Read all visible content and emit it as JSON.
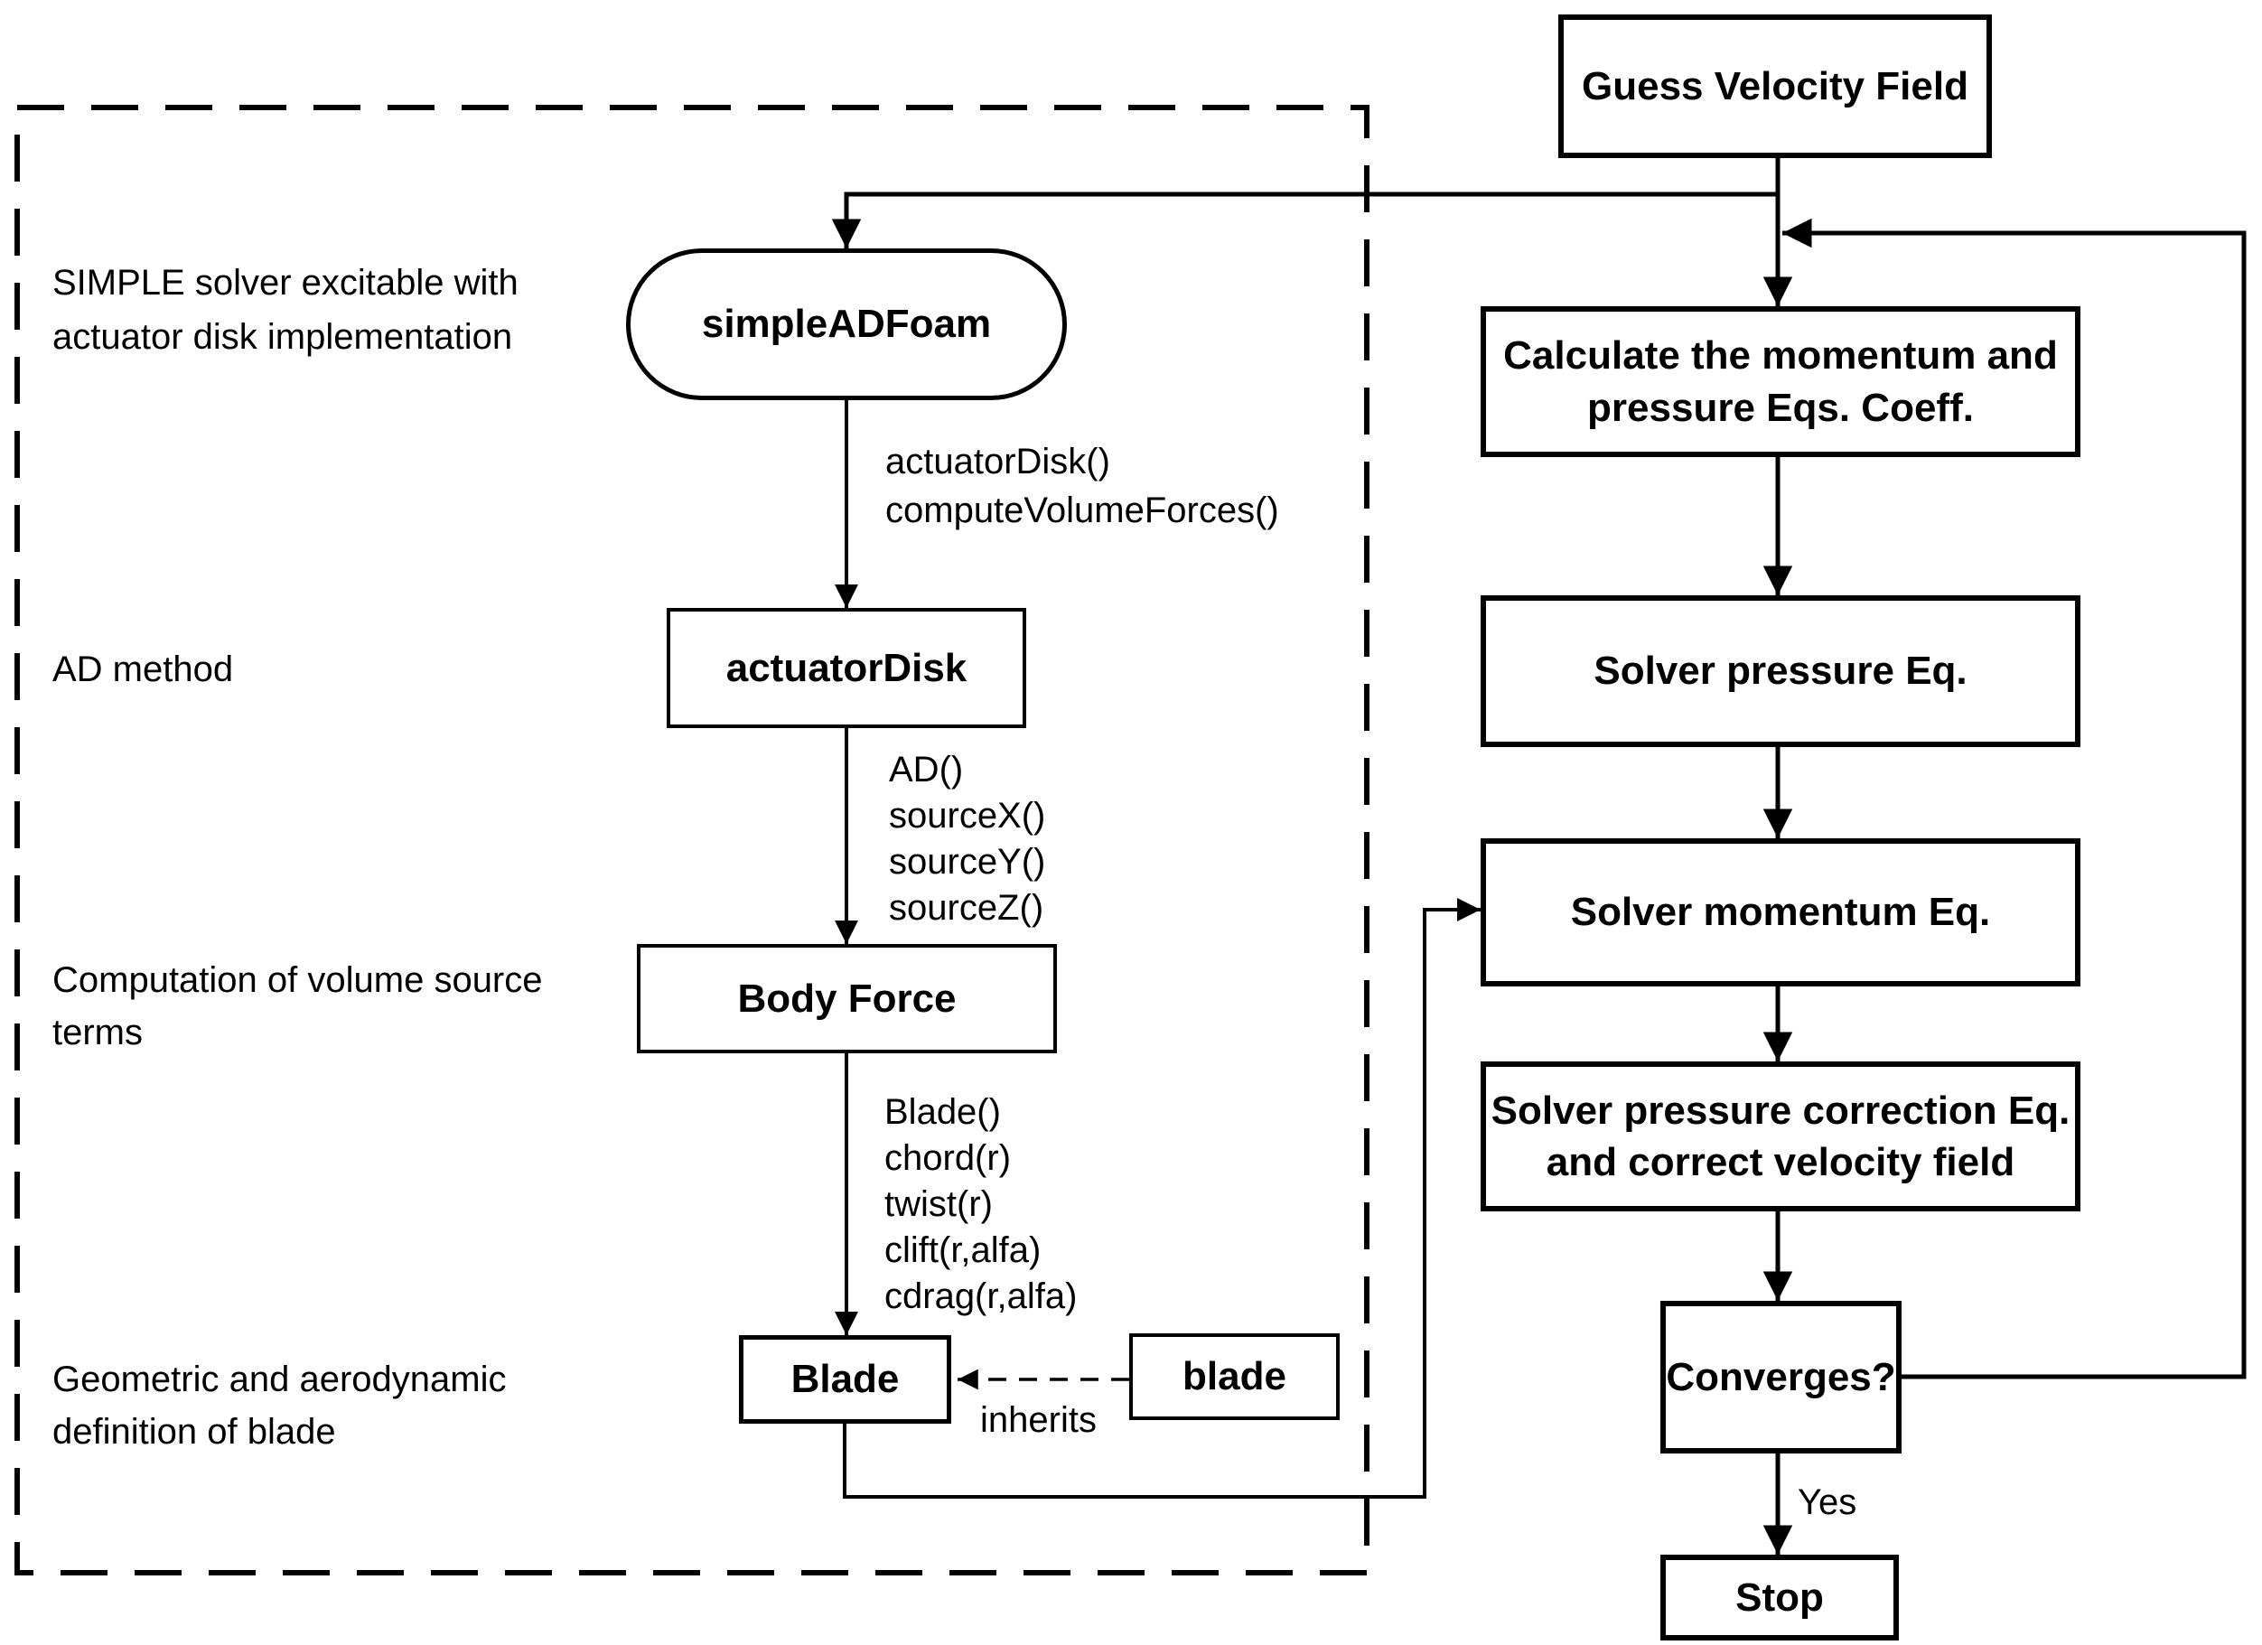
{
  "left_panel": {
    "boundary_note": "dashed grouping box",
    "label_simple_solver": {
      "line1": "SIMPLE solver excitable with",
      "line2": "actuator disk implementation"
    },
    "label_ad_method": "AD method",
    "label_volume_source": {
      "line1": "Computation of volume source",
      "line2": "terms"
    },
    "label_blade_definition": {
      "line1": "Geometric and aerodynamic",
      "line2": "definition of blade"
    },
    "node_simple_ad_foam": "simpleADFoam",
    "node_actuator_disk": "actuatorDisk",
    "node_body_force": "Body Force",
    "node_blade": "Blade",
    "node_blade_parent": "blade",
    "calls_simple_to_actuator": [
      "actuatorDisk()",
      "computeVolumeForces()"
    ],
    "calls_actuator_to_body": [
      "AD()",
      "sourceX()",
      "sourceY()",
      "sourceZ()"
    ],
    "calls_body_to_blade": [
      "Blade()",
      "chord(r)",
      "twist(r)",
      "clift(r,alfa)",
      "cdrag(r,alfa)"
    ],
    "label_inherits": "inherits"
  },
  "right_panel": {
    "node_guess_velocity_field": "Guess Velocity Field",
    "node_calculate_coeff": {
      "line1": "Calculate the momentum and",
      "line2": "pressure Eqs. Coeff."
    },
    "node_solver_pressure": "Solver pressure Eq.",
    "node_solver_momentum": "Solver momentum Eq.",
    "node_pressure_correction": {
      "line1": "Solver pressure correction Eq.",
      "line2": "and correct velocity field"
    },
    "node_converges": "Converges?",
    "label_yes": "Yes",
    "node_stop": "Stop"
  },
  "colors": {
    "ink": "#000000",
    "background": "#ffffff"
  }
}
